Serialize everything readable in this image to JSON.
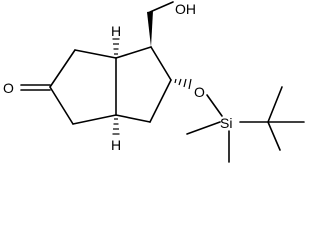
{
  "molecule": {
    "atoms": {
      "carbonyl_oxygen": "O",
      "hydroxyl": "OH",
      "ether_oxygen": "O",
      "silicon": "Si",
      "stereo_h_top": "H",
      "stereo_h_bottom": "H"
    }
  }
}
